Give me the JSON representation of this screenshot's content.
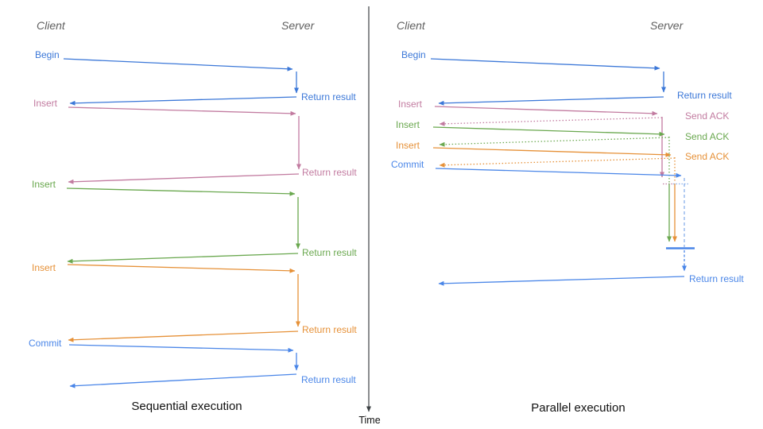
{
  "colors": {
    "blue": "#3c78d8",
    "blue_light": "#4a86e8",
    "blue_pale": "#8ab0ea",
    "pink": "#c27ba0",
    "green": "#6aa84f",
    "orange": "#e69138",
    "axis": "#3c4043",
    "header_gray": "#606060",
    "title_black": "#111111"
  },
  "time_axis": {
    "label": "Time"
  },
  "seq": {
    "title": "Sequential execution",
    "client": "Client",
    "server": "Server",
    "ops": [
      {
        "label": "Begin",
        "color": "blue",
        "result": "Return result"
      },
      {
        "label": "Insert",
        "color": "pink",
        "result": "Return result"
      },
      {
        "label": "Insert",
        "color": "green",
        "result": "Return result"
      },
      {
        "label": "Insert",
        "color": "orange",
        "result": "Return result"
      },
      {
        "label": "Commit",
        "color": "blue_light",
        "result": "Return result"
      }
    ]
  },
  "par": {
    "title": "Parallel execution",
    "client": "Client",
    "server": "Server",
    "begin": {
      "label": "Begin",
      "color": "blue",
      "result": "Return result"
    },
    "inserts": [
      {
        "label": "Insert",
        "color": "pink",
        "ack": "Send ACK"
      },
      {
        "label": "Insert",
        "color": "green",
        "ack": "Send ACK"
      },
      {
        "label": "Insert",
        "color": "orange",
        "ack": "Send ACK"
      }
    ],
    "commit": {
      "label": "Commit",
      "color": "blue_light",
      "result": "Return result"
    }
  }
}
